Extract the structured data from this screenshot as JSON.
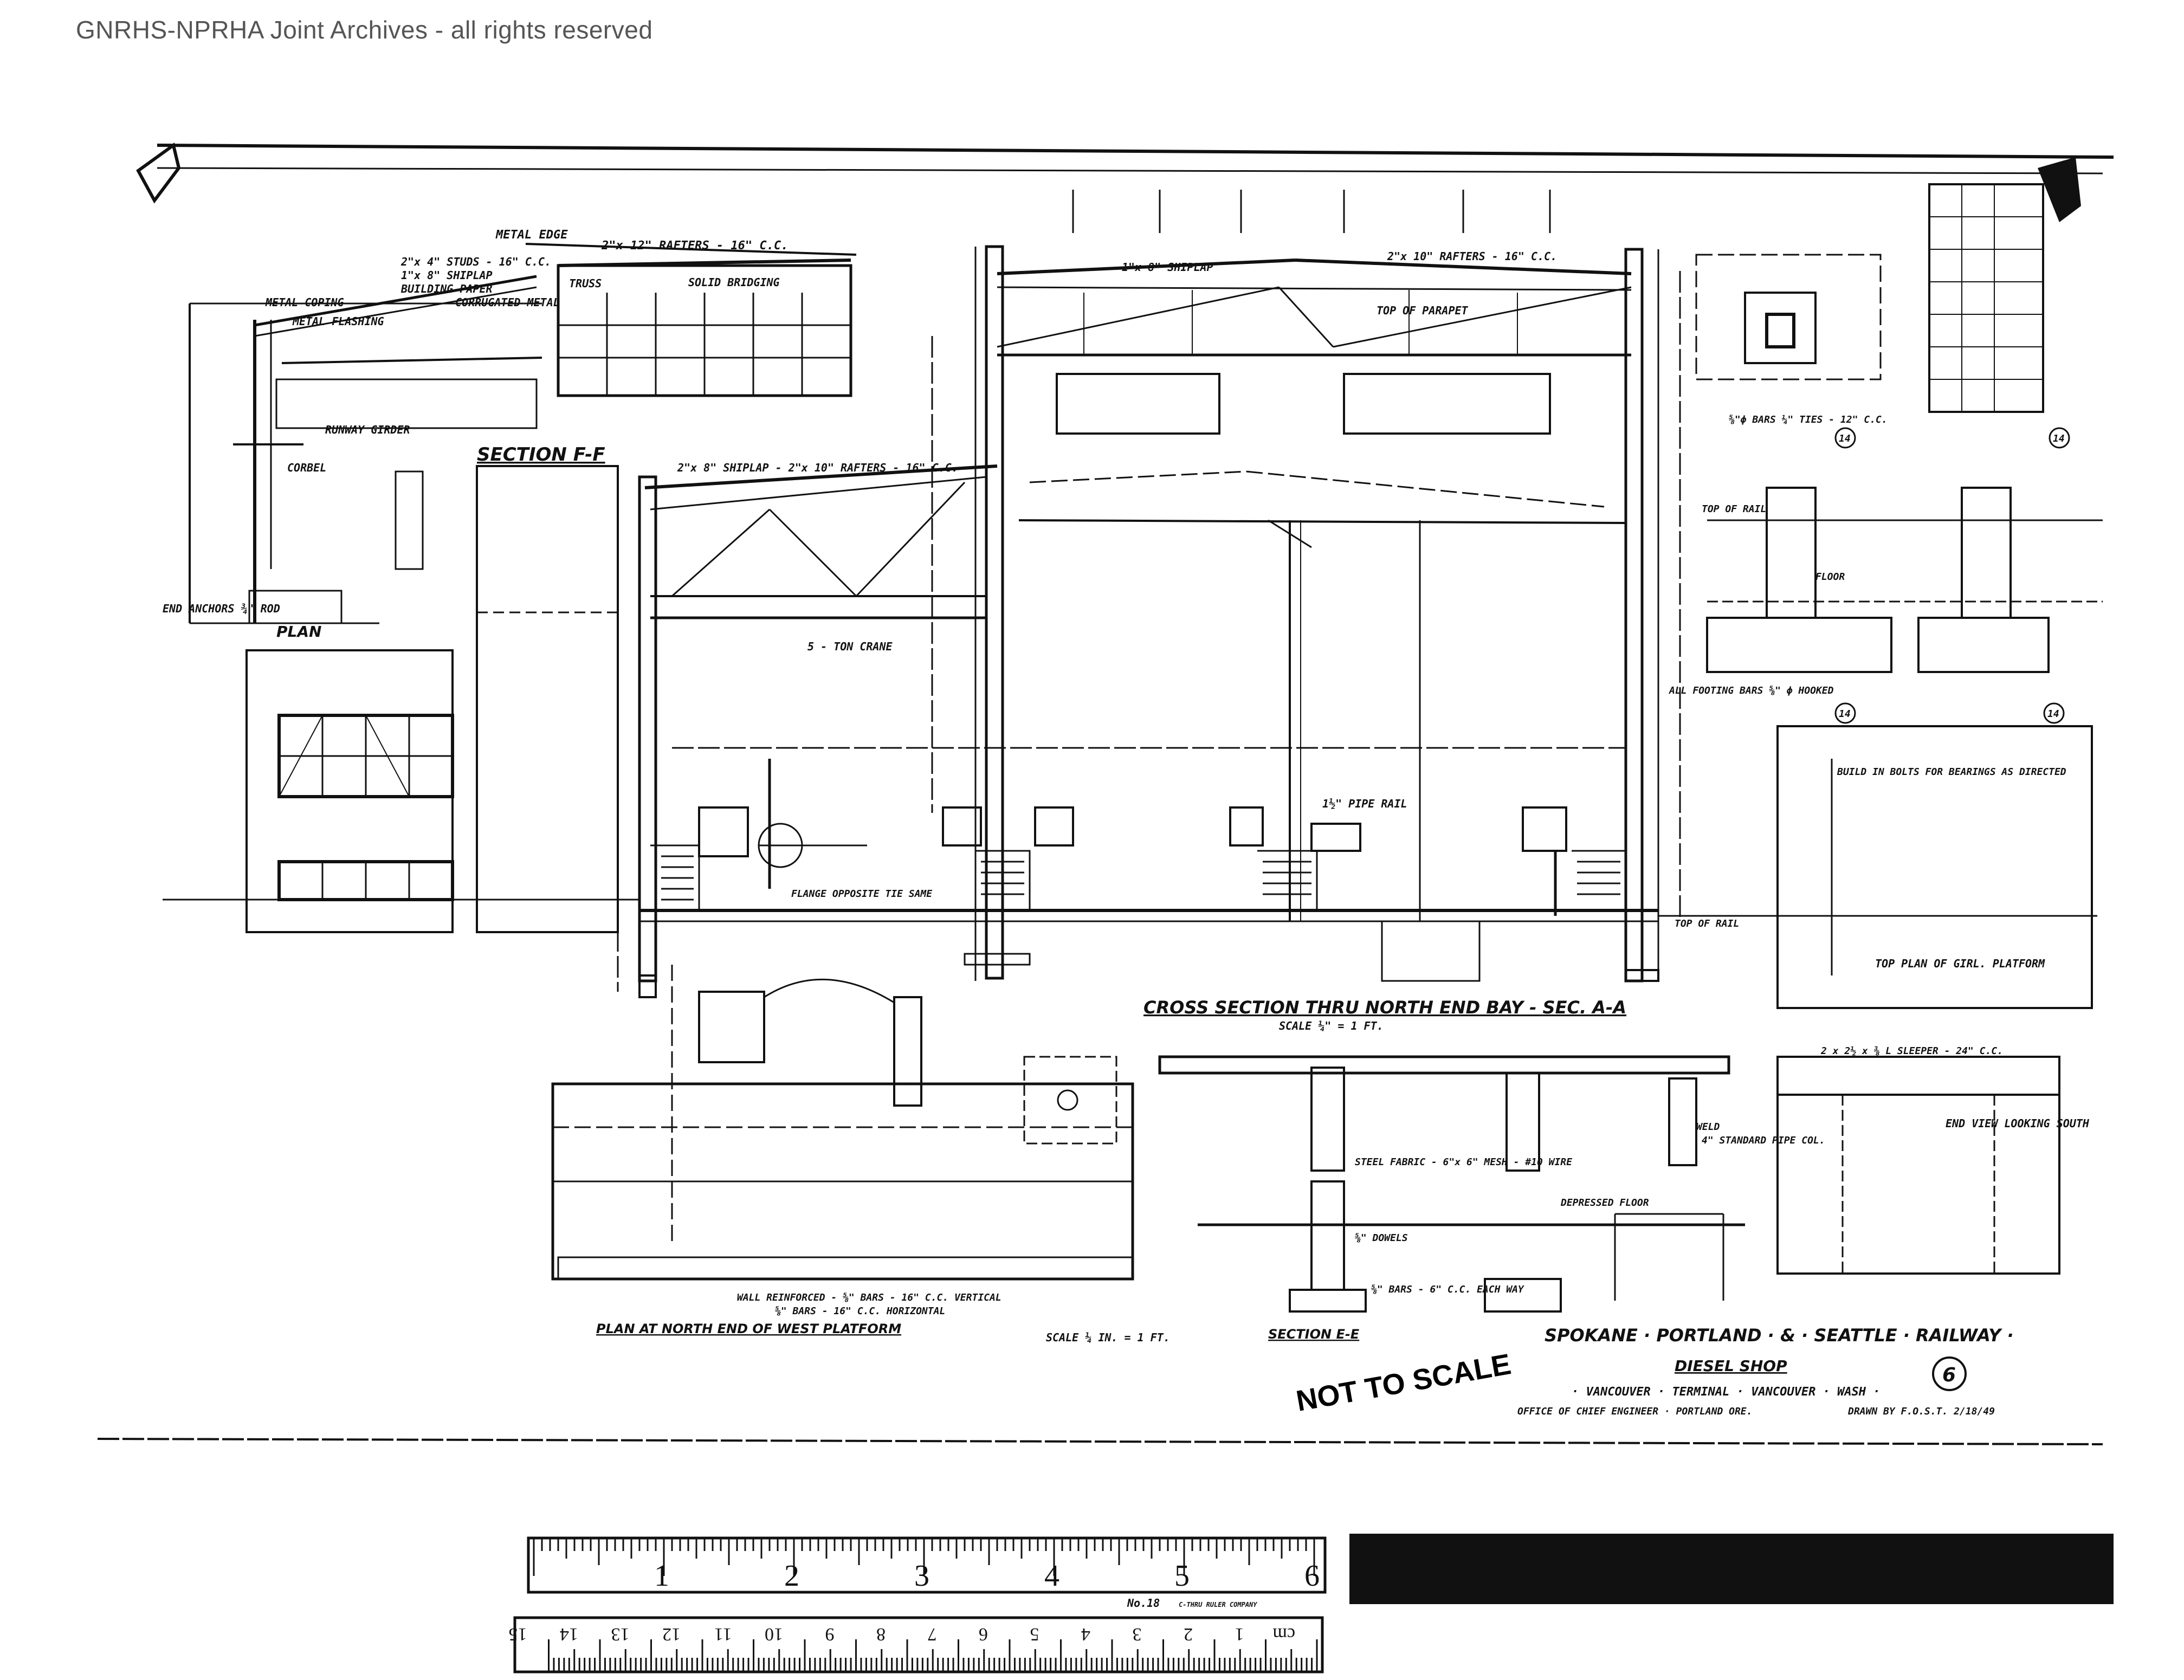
{
  "watermark": "GNRHS-NPRHA Joint Archives - all rights reserved",
  "stamp": "NOT TO SCALE",
  "title_block": {
    "railway": "SPOKANE · PORTLAND · & · SEATTLE · RAILWAY ·",
    "building": "DIESEL SHOP",
    "location": "· VANCOUVER · TERMINAL · VANCOUVER · WASH ·",
    "office": "OFFICE OF CHIEF ENGINEER · PORTLAND ORE.",
    "drawn_by": "DRAWN BY F.O.S.T. 2/18/49",
    "sheet_number": "6"
  },
  "views": {
    "cross_section": "CROSS SECTION THRU NORTH END BAY - SEC. A-A",
    "cross_section_scale": "SCALE ¼\" = 1 FT.",
    "section_ff": "SECTION F-F",
    "plan": "PLAN",
    "plan_north": "PLAN AT NORTH END OF WEST PLATFORM",
    "plan_scale": "SCALE ¼ IN. = 1 FT.",
    "section_ee": "SECTION E-E",
    "end_view": "END VIEW LOOKING SOUTH",
    "top_plan": "TOP PLAN OF GIRL. PLATFORM"
  },
  "callouts": {
    "metal_edge": "METAL EDGE",
    "rafters_top": "2\"x 12\" RAFTERS - 16\" C.C.",
    "studs": "2\"x 4\" STUDS - 16\" C.C.",
    "shiplap": "1\"x 8\" SHIPLAP",
    "building_paper": "BUILDING PAPER",
    "metal_coping": "METAL COPING",
    "corrugated_metal": "CORRUGATED METAL",
    "metal_flashing": "METAL FLASHING",
    "truss": "TRUSS",
    "solid_bridging": "SOLID BRIDGING",
    "shiplap_roof": "1\"x 8\" SHIPLAP",
    "rafters_right": "2\"x 10\" RAFTERS - 16\" C.C.",
    "top_parapet": "TOP OF PARAPET",
    "rafters_low": "2\"x 8\" SHIPLAP - 2\"x 10\" RAFTERS - 16\" C.C.",
    "crane": "5 - TON CRANE",
    "pipe_rail": "1½\" PIPE RAIL",
    "runway_girder": "RUNWAY GIRDER",
    "corbel": "CORBEL",
    "end_anchors": "END ANCHORS ¾\" ROD",
    "flange": "FLANGE OPPOSITE TIE SAME",
    "build_in_bolts": "BUILD IN BOLTS FOR BEARINGS AS DIRECTED",
    "top_of_rail": "TOP OF RAIL",
    "top_of_rail_2": "TOP OF RAIL",
    "floor": "FLOOR",
    "footing_bars": "ALL FOOTING BARS ⅝\" ϕ HOOKED",
    "ties": "⅝\"ϕ BARS ¼\" TIES - 12\" C.C.",
    "steel_fabric": "STEEL FABRIC - 6\"x 6\" MESH - #10 WIRE",
    "standard_pipe": "4\" STANDARD PIPE COL.",
    "depressed_floor": "DEPRESSED FLOOR",
    "wall_reinforced": "WALL REINFORCED - ⅝\" BARS - 16\" C.C. VERTICAL",
    "wall_reinforced_2": "⅝\" BARS - 16\" C.C. HORIZONTAL",
    "dowels": "⅝\" DOWELS",
    "bars_each_way": "⅝\" BARS - 6\" C.C. EACH WAY",
    "weld": "WELD",
    "angle_sleeper": "2 x 2½ x ⅜ L SLEEPER - 24\" C.C."
  },
  "ruler": {
    "inch_numbers": [
      "1",
      "2",
      "3",
      "4",
      "5",
      "6"
    ],
    "cm_numbers": [
      "cm",
      "1",
      "2",
      "3",
      "4",
      "5",
      "6",
      "7",
      "8",
      "9",
      "10",
      "11",
      "12",
      "13",
      "14",
      "15"
    ],
    "model": "No.18",
    "brand": "C-THRU RULER COMPANY"
  },
  "detail_marks": [
    "14",
    "14",
    "14",
    "14"
  ]
}
